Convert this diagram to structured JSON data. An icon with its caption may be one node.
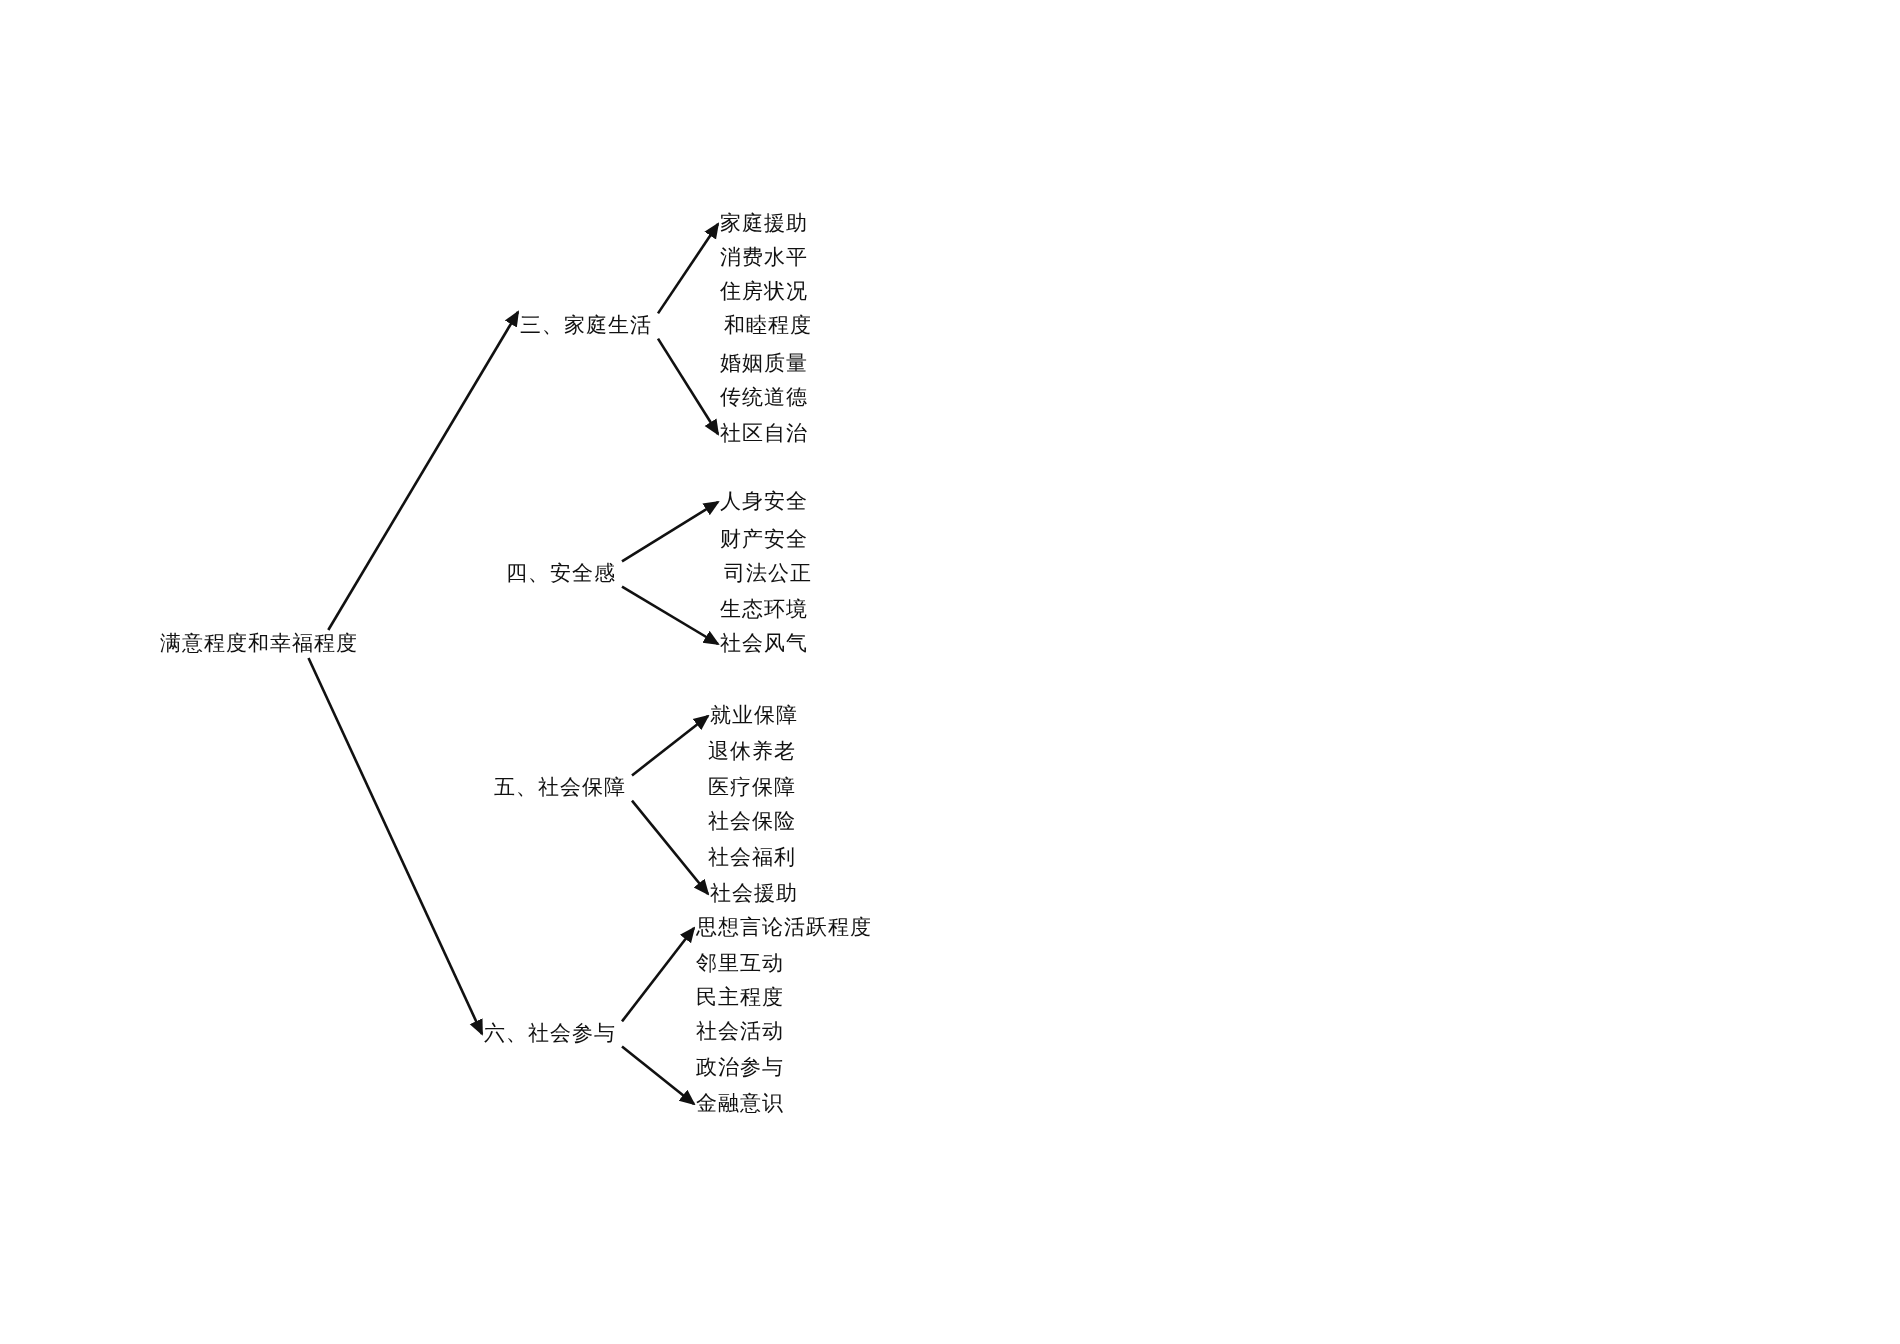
{
  "diagram": {
    "nodes": [
      {
        "text": [
          "满意程度和幸福程度"
        ]
      },
      {
        "text": [
          "三、家庭生活"
        ]
      },
      {
        "text": [
          "家庭援助"
        ]
      },
      {
        "text": [
          "社区自治"
        ]
      },
      {
        "text": [
          "四、安全感"
        ]
      },
      {
        "text": [
          "人身安全"
        ]
      },
      {
        "text": [
          "社会风气"
        ]
      },
      {
        "text": [
          "五、社会保障"
        ]
      },
      {
        "text": [
          "就业保障"
        ]
      },
      {
        "text": [
          "社会援助"
        ]
      },
      {
        "text": [
          "六、社会参与"
        ]
      },
      {
        "text": [
          "思想言论活跃程度"
        ]
      },
      {
        "text": [
          "金融意识"
        ]
      }
    ],
    "edges": [
      {
        "from": 0,
        "to": 1,
        "arrow": "to"
      },
      {
        "from": 0,
        "to": 10,
        "arrow": "to"
      },
      {
        "from": 1,
        "to": 2,
        "arrow": "to"
      },
      {
        "from": 1,
        "to": 3,
        "arrow": "to"
      },
      {
        "from": 4,
        "to": 5,
        "arrow": "to"
      },
      {
        "from": 4,
        "to": 6,
        "arrow": "to"
      },
      {
        "from": 7,
        "to": 8,
        "arrow": "to"
      },
      {
        "from": 7,
        "to": 9,
        "arrow": "to"
      },
      {
        "from": 10,
        "to": 11,
        "arrow": "to"
      },
      {
        "from": 10,
        "to": 12,
        "arrow": "to"
      }
    ],
    "labels": [
      "消费水平",
      "住房状况",
      "和睦程度",
      "婚姻质量",
      "传统道德",
      "财产安全",
      "司法公正",
      "生态环境",
      "退休养老",
      "医疗保障",
      "社会保险",
      "社会福利",
      "邻里互动",
      "民主程度",
      "社会活动",
      "政治参与"
    ]
  }
}
